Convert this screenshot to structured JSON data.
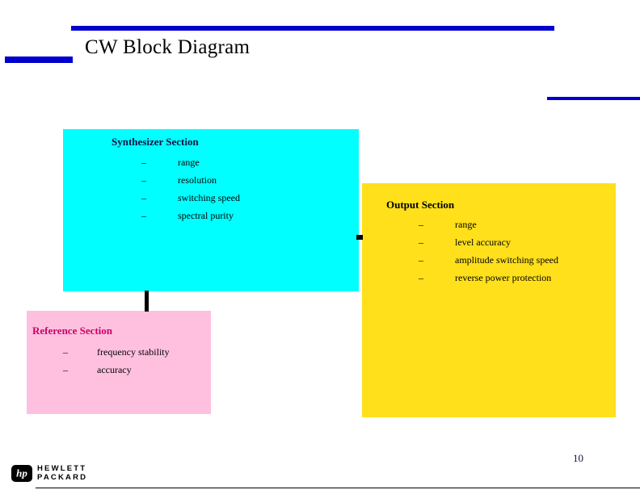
{
  "slide": {
    "title": "CW Block Diagram",
    "page_number": "10",
    "accent_color": "#0000CC"
  },
  "diagram": {
    "type": "block-diagram",
    "blocks": [
      {
        "id": "synthesizer",
        "title": "Synthesizer Section",
        "fill_color": "#00FFFF",
        "title_color": "#101040",
        "bullet_marker": "–",
        "bullets": [
          "range",
          "resolution",
          "switching speed",
          "spectral purity"
        ]
      },
      {
        "id": "output",
        "title": "Output Section",
        "fill_color": "#FFE01B",
        "title_color": "#000000",
        "bullet_marker": "–",
        "bullets": [
          "range",
          "level accuracy",
          "amplitude switching speed",
          "reverse power protection"
        ]
      },
      {
        "id": "reference",
        "title": "Reference Section",
        "fill_color": "#FFC0E0",
        "title_color": "#CC0066",
        "bullet_marker": "–",
        "bullets": [
          "frequency stability",
          "accuracy"
        ]
      }
    ],
    "connectors": [
      {
        "from": "synthesizer",
        "to": "reference",
        "orientation": "vertical"
      },
      {
        "from": "synthesizer",
        "to": "output",
        "orientation": "horizontal"
      }
    ]
  },
  "footer": {
    "brand_line1": "HEWLETT",
    "brand_line2": "PACKARD",
    "logo_text": "hp"
  }
}
